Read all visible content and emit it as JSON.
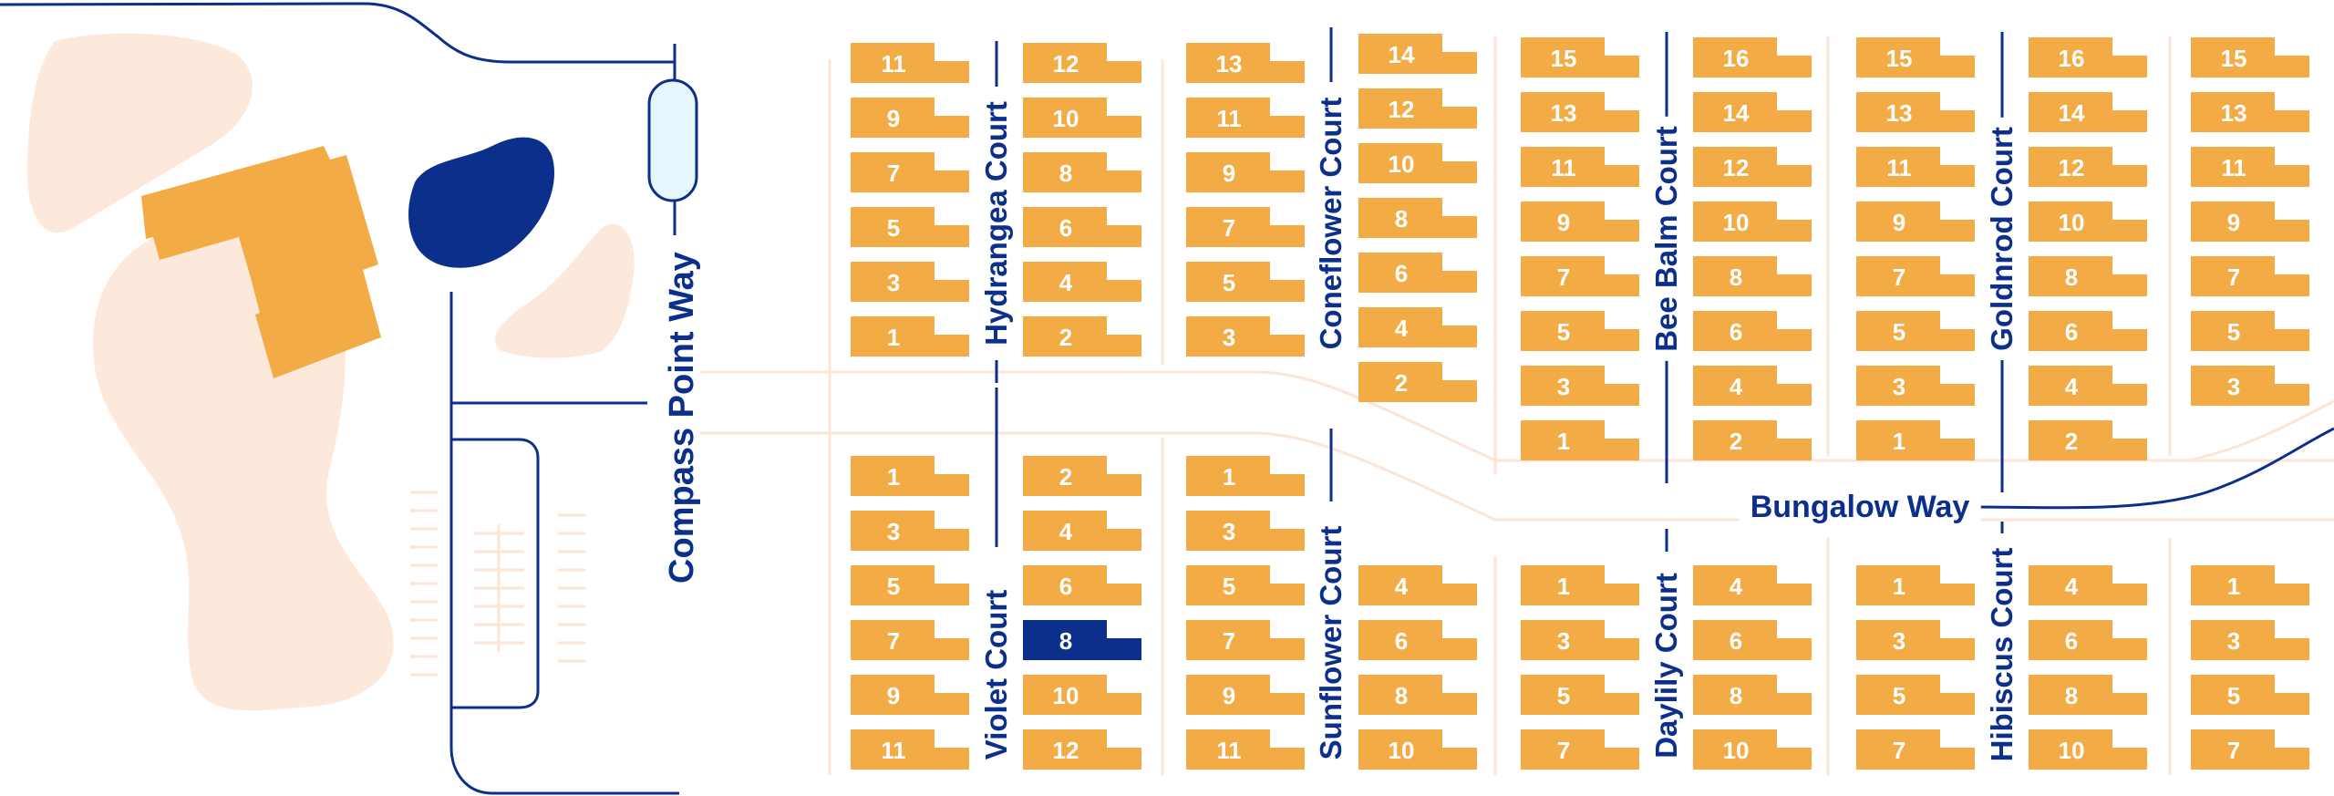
{
  "colors": {
    "unit": "#f3ac45",
    "unit_selected": "#0b2f8a",
    "unit_text": "#ffffff",
    "road": "#0b2f8a",
    "path": "#fde4d6",
    "land": "#fde8dc",
    "pond": "#0b2f8a",
    "pool_fill": "#e6f6fd"
  },
  "streets": {
    "compass_point_way": "Compass Point Way",
    "hydrangea_court": "Hydrangea Court",
    "coneflower_court": "Coneflower Court",
    "bee_balm_court": "Bee Balm Court",
    "goldnrod_court": "Goldnrod Court",
    "violet_court": "Violet Court",
    "sunflower_court": "Sunflower Court",
    "daylily_court": "Daylily Court",
    "hibiscus_court": "Hibiscus Court",
    "bungalow_way": "Bungalow Way"
  },
  "lots": {
    "hydrangea_west": [
      "11",
      "9",
      "7",
      "5",
      "3",
      "1"
    ],
    "hydrangea_east": [
      "12",
      "10",
      "8",
      "6",
      "4",
      "2"
    ],
    "coneflower_west": [
      "13",
      "11",
      "9",
      "7",
      "5",
      "3"
    ],
    "coneflower_east": [
      "14",
      "12",
      "10",
      "8",
      "6",
      "4",
      "2"
    ],
    "bee_balm_west": [
      "15",
      "13",
      "11",
      "9",
      "7",
      "5",
      "3",
      "1"
    ],
    "bee_balm_east": [
      "16",
      "14",
      "12",
      "10",
      "8",
      "6",
      "4",
      "2"
    ],
    "goldnrod_west": [
      "15",
      "13",
      "11",
      "9",
      "7",
      "5",
      "3",
      "1"
    ],
    "goldnrod_east": [
      "16",
      "14",
      "12",
      "10",
      "8",
      "6",
      "4",
      "2"
    ],
    "goldnrod_far_east": [
      "15",
      "13",
      "11",
      "9",
      "7",
      "5",
      "3"
    ],
    "violet_west": [
      "1",
      "3",
      "5",
      "7",
      "9",
      "11"
    ],
    "violet_east": [
      "2",
      "4",
      "6",
      "8",
      "10",
      "12"
    ],
    "sunflower_west": [
      "1",
      "3",
      "5",
      "7",
      "9",
      "11"
    ],
    "sunflower_east": [
      "4",
      "6",
      "8",
      "10"
    ],
    "daylily_west": [
      "1",
      "3",
      "5",
      "7"
    ],
    "daylily_east": [
      "4",
      "6",
      "8",
      "10"
    ],
    "hibiscus_west": [
      "1",
      "3",
      "5",
      "7"
    ],
    "hibiscus_east": [
      "4",
      "6",
      "8",
      "10"
    ],
    "hibiscus_far_east": [
      "1",
      "3",
      "5",
      "7"
    ]
  },
  "selected_lot": "violet_east.8"
}
